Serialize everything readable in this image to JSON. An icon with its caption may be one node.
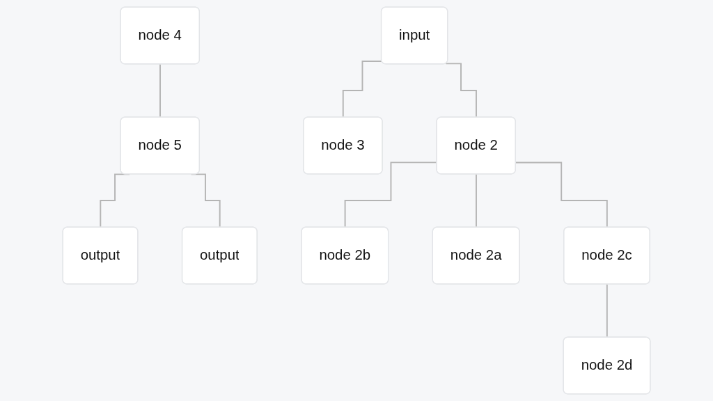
{
  "diagram": {
    "nodes": [
      {
        "text": [
          "node 4"
        ]
      },
      {
        "text": [
          "input"
        ]
      },
      {
        "text": [
          "node 5"
        ]
      },
      {
        "text": [
          "node 3"
        ]
      },
      {
        "text": [
          "node 2"
        ]
      },
      {
        "text": [
          "output"
        ]
      },
      {
        "text": [
          "output"
        ]
      },
      {
        "text": [
          "node 2b"
        ]
      },
      {
        "text": [
          "node 2a"
        ]
      },
      {
        "text": [
          "node 2c"
        ]
      },
      {
        "text": [
          "node 2d"
        ]
      }
    ],
    "edges": [
      {
        "from": 0,
        "to": 2,
        "arrow": "none"
      },
      {
        "from": 1,
        "to": 3,
        "arrow": "none"
      },
      {
        "from": 1,
        "to": 4,
        "arrow": "none"
      },
      {
        "from": 2,
        "to": 5,
        "arrow": "none"
      },
      {
        "from": 2,
        "to": 6,
        "arrow": "none"
      },
      {
        "from": 4,
        "to": 7,
        "arrow": "none"
      },
      {
        "from": 4,
        "to": 8,
        "arrow": "none"
      },
      {
        "from": 4,
        "to": 9,
        "arrow": "none"
      },
      {
        "from": 9,
        "to": 10,
        "arrow": "none"
      }
    ]
  }
}
